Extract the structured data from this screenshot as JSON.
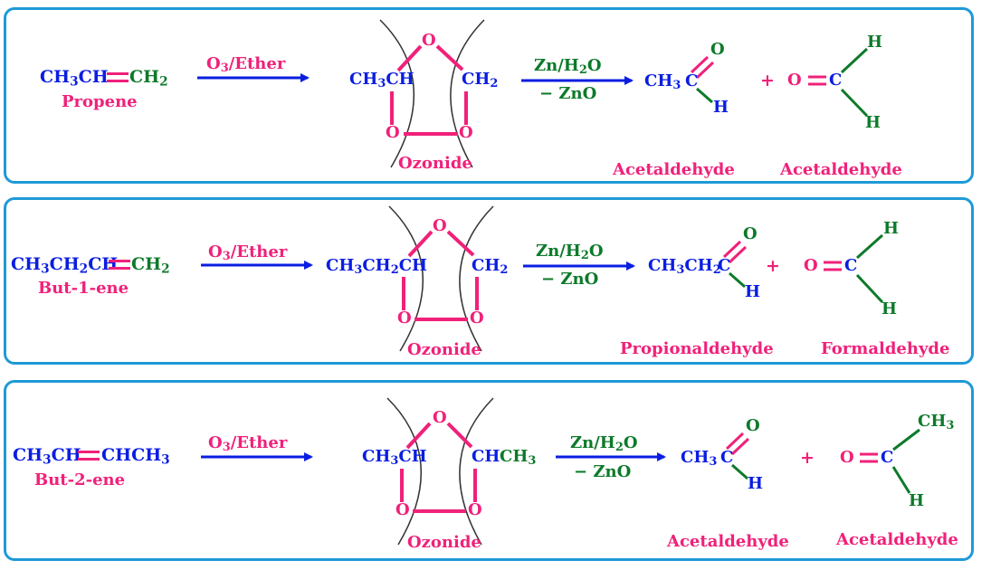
{
  "colors": {
    "blue": "#0a1ee0",
    "green": "#0d7a2a",
    "pink": "#f0217a",
    "frame": "#1e9ad6",
    "arc": "#333333"
  },
  "r1": {
    "reactant_left": "CH3CH",
    "reactant_right": "CH2",
    "reactant_name": "Propene",
    "reagent": "O3/Ether",
    "ozonide_left": "CH3CH",
    "ozonide_right": "CH2",
    "ozonide_name": "Ozonide",
    "o_top": "O",
    "o_bl": "O",
    "o_br": "O",
    "workup_top": "Zn/H2O",
    "workup_bottom": "− ZnO",
    "p1_main": "CH3",
    "p1_c": "C",
    "p1_o": "O",
    "p1_h": "H",
    "plus": "+",
    "p2_o": "O",
    "p2_c": "C",
    "p2_top": "H",
    "p2_bottom": "H",
    "p1_name": "Acetaldehyde",
    "p2_name": "Acetaldehyde"
  },
  "r2": {
    "reactant_left": "CH3CH2CH",
    "reactant_right": "CH2",
    "reactant_name": "But-1-ene",
    "reagent": "O3/Ether",
    "ozonide_left": "CH3CH2CH",
    "ozonide_right": "CH2",
    "ozonide_name": "Ozonide",
    "o_top": "O",
    "o_bl": "O",
    "o_br": "O",
    "workup_top": "Zn/H2O",
    "workup_bottom": "− ZnO",
    "p1_main": "CH3CH2",
    "p1_c": "C",
    "p1_o": "O",
    "p1_h": "H",
    "plus": "+",
    "p2_o": "O",
    "p2_c": "C",
    "p2_top": "H",
    "p2_bottom": "H",
    "p1_name": "Propionaldehyde",
    "p2_name": "Formaldehyde"
  },
  "r3": {
    "reactant_left": "CH3CH",
    "reactant_right": "CHCH3",
    "reactant_name": "But-2-ene",
    "reagent": "O3/Ether",
    "ozonide_left": "CH3CH",
    "ozonide_right_c": "CH",
    "ozonide_right_me": "CH3",
    "ozonide_name": "Ozonide",
    "o_top": "O",
    "o_bl": "O",
    "o_br": "O",
    "workup_top": "Zn/H2O",
    "workup_bottom": "− ZnO",
    "p1_main": "CH3",
    "p1_c": "C",
    "p1_o": "O",
    "p1_h": "H",
    "plus": "+",
    "p2_o": "O",
    "p2_c": "C",
    "p2_top": "CH3",
    "p2_bottom": "H",
    "p1_name": "Acetaldehyde",
    "p2_name": "Acetaldehyde"
  }
}
